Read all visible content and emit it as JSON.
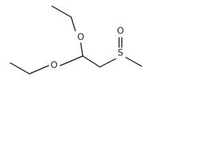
{
  "molecule": {
    "atoms": {
      "o_upper": "O",
      "o_lower": "O",
      "s": "S",
      "o_sulfinyl": "O"
    },
    "colors": {
      "bond": "#222222",
      "background": "#ffffff"
    }
  }
}
